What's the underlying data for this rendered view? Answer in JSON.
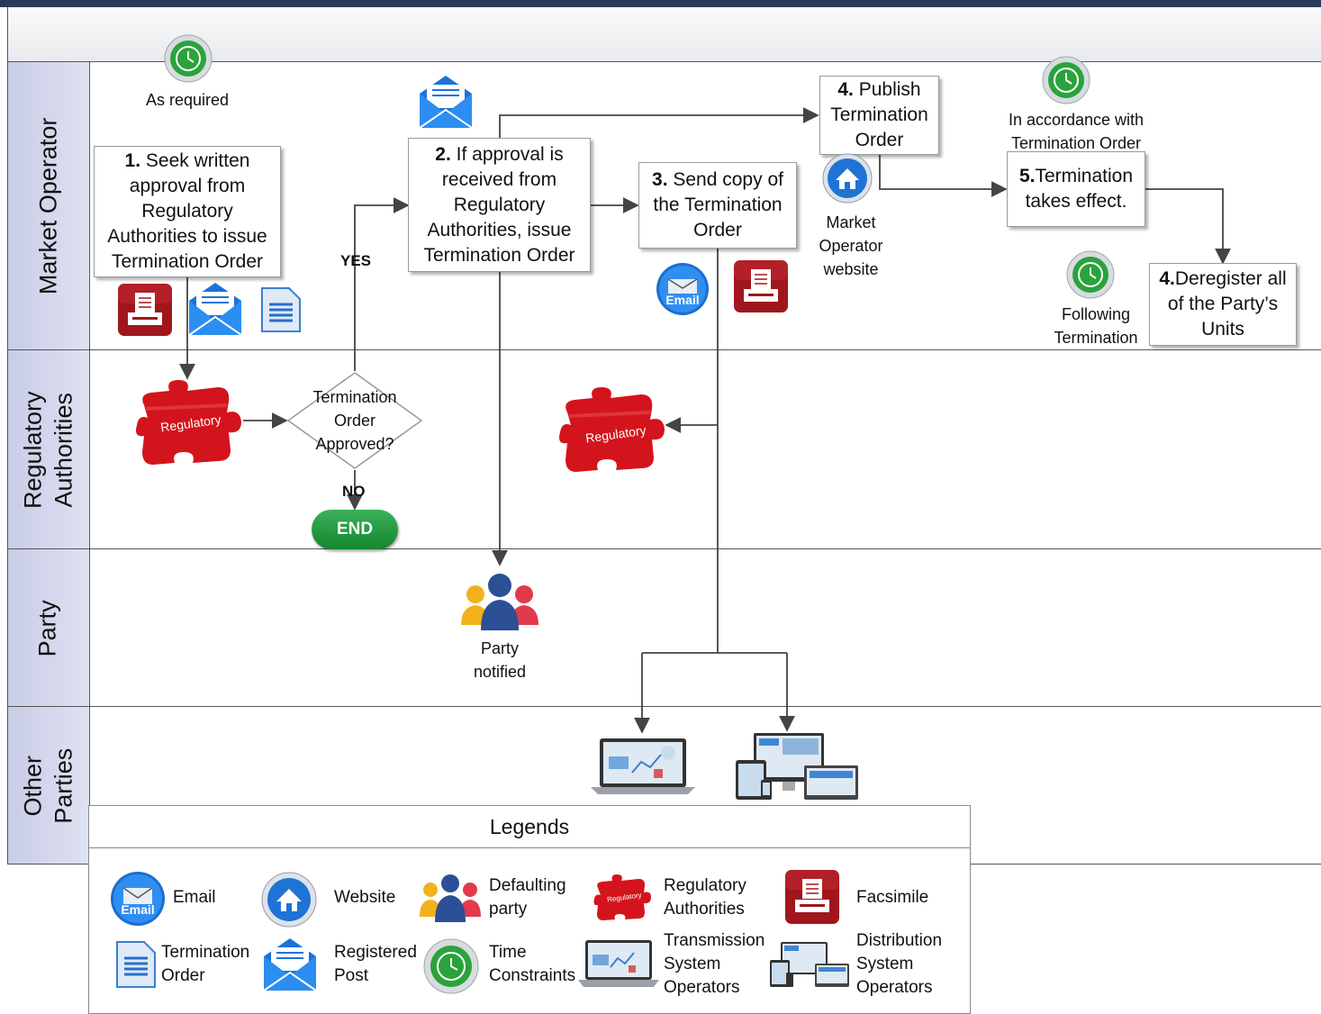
{
  "lanes": [
    {
      "label": "Market Operator"
    },
    {
      "label": "Regulatory Authorities"
    },
    {
      "label": "Party"
    },
    {
      "label": "Other Parties"
    }
  ],
  "steps": {
    "s1_num": "1.",
    "s1_text": "Seek written approval from Regulatory Authorities to issue Termination Order",
    "s2_num": "2.",
    "s2_text": "If approval is received from Regulatory Authorities, issue Termination Order",
    "s3_num": "3.",
    "s3_text": "Send copy of the Termination Order",
    "s4_num": "4.",
    "s4_text": "Publish Termination Order",
    "s5_num": "5.",
    "s5_text": "Termination takes effect.",
    "s6_num": "4.",
    "s6_text": "Deregister all of the Party’s Units"
  },
  "captions": {
    "as_required": "As required",
    "in_accordance": "In accordance with Termination Order",
    "mo_website": "Market Operator website",
    "following": "Following Termination",
    "party_notified": "Party notified"
  },
  "decision": {
    "text": "Termination Order Approved?",
    "yes": "YES",
    "no": "NO",
    "end": "END"
  },
  "puzzle_label": "Regulatory",
  "email_label": "Email",
  "legend": {
    "title": "Legends",
    "email": "Email",
    "website": "Website",
    "defaulting": "Defaulting party",
    "regulatory": "Regulatory Authorities",
    "facsimile": "Facsimile",
    "termination_order": "Termination Order",
    "registered_post": "Registered Post",
    "time_constraints": "Time Constraints",
    "tso": "Transmission System Operators",
    "dso": "Distribution System Operators"
  },
  "icons": [
    "clock-icon",
    "email-icon",
    "website-icon",
    "party-icon",
    "puzzle-icon",
    "fax-icon",
    "document-icon",
    "envelope-icon",
    "laptop-icon",
    "devices-icon"
  ],
  "colors": {
    "lane_label_bg": "#d3d6ec",
    "end_green": "#1e9a3e",
    "puzzle_red": "#d4141c",
    "envelope_blue": "#1a73d9",
    "fax_red": "#a0161c"
  }
}
